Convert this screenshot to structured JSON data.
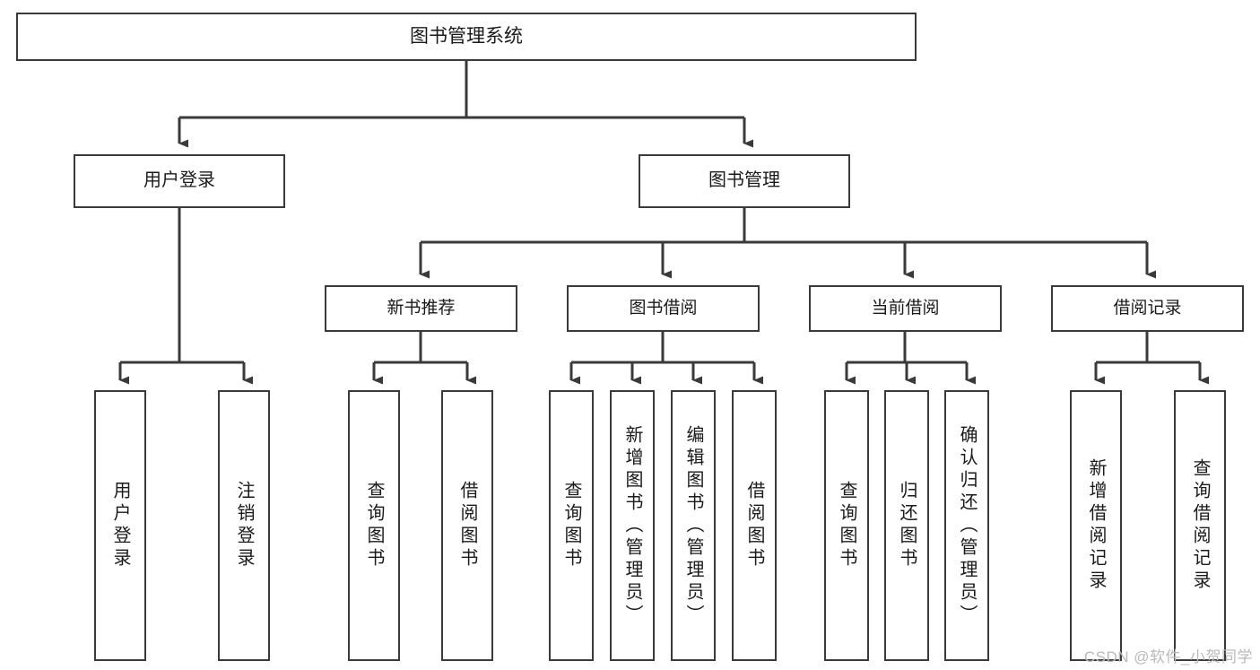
{
  "diagram": {
    "title": "图书管理系统",
    "type": "tree",
    "orientation": "top-down",
    "watermark": "CSDN @软件_小贺同学",
    "colors": {
      "stroke": "#3a3a3a",
      "fill": "#ffffff",
      "text": "#1a1a1a",
      "watermark": "#b9b9b9"
    },
    "root": {
      "label": "图书管理系统"
    },
    "level1": [
      {
        "label": "用户登录"
      },
      {
        "label": "图书管理"
      }
    ],
    "level2": [
      {
        "label": "新书推荐"
      },
      {
        "label": "图书借阅"
      },
      {
        "label": "当前借阅"
      },
      {
        "label": "借阅记录"
      }
    ],
    "leaves": {
      "user_login": [
        {
          "label": "用户登录"
        },
        {
          "label": "注销登录"
        }
      ],
      "new_book_rec": [
        {
          "label": "查询图书"
        },
        {
          "label": "借阅图书"
        }
      ],
      "book_borrow": [
        {
          "label": "查询图书"
        },
        {
          "label": "新增图书（管理员）"
        },
        {
          "label": "编辑图书（管理员）"
        },
        {
          "label": "借阅图书"
        }
      ],
      "current_borrow": [
        {
          "label": "查询图书"
        },
        {
          "label": "归还图书"
        },
        {
          "label": "确认归还（管理员）"
        }
      ],
      "borrow_record": [
        {
          "label": "新增借阅记录"
        },
        {
          "label": "查询借阅记录"
        }
      ]
    }
  }
}
